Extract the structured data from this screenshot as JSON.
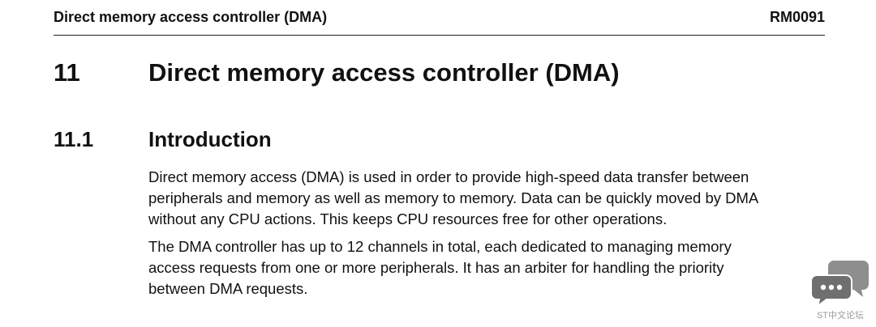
{
  "header": {
    "title": "Direct memory access controller (DMA)",
    "doc_ref": "RM0091"
  },
  "section": {
    "number": "11",
    "title": "Direct memory access controller (DMA)"
  },
  "subsection": {
    "number": "11.1",
    "title": "Introduction"
  },
  "paragraphs": [
    {
      "lines": [
        "Direct memory access (DMA) is used in order to provide high-speed data transfer between",
        "peripherals and memory as well as memory to memory. Data can be quickly moved by DMA",
        "without any CPU actions. This keeps CPU resources free for other operations."
      ]
    },
    {
      "lines": [
        "The DMA controller has up to 12 channels in total, each dedicated to managing memory",
        "access requests from one or more peripherals. It has an arbiter for handling the priority",
        "between DMA requests."
      ]
    }
  ],
  "watermark": {
    "text": "ST中文论坛",
    "icon": "chat-bubbles-icon",
    "color": "#8c8c8c"
  }
}
